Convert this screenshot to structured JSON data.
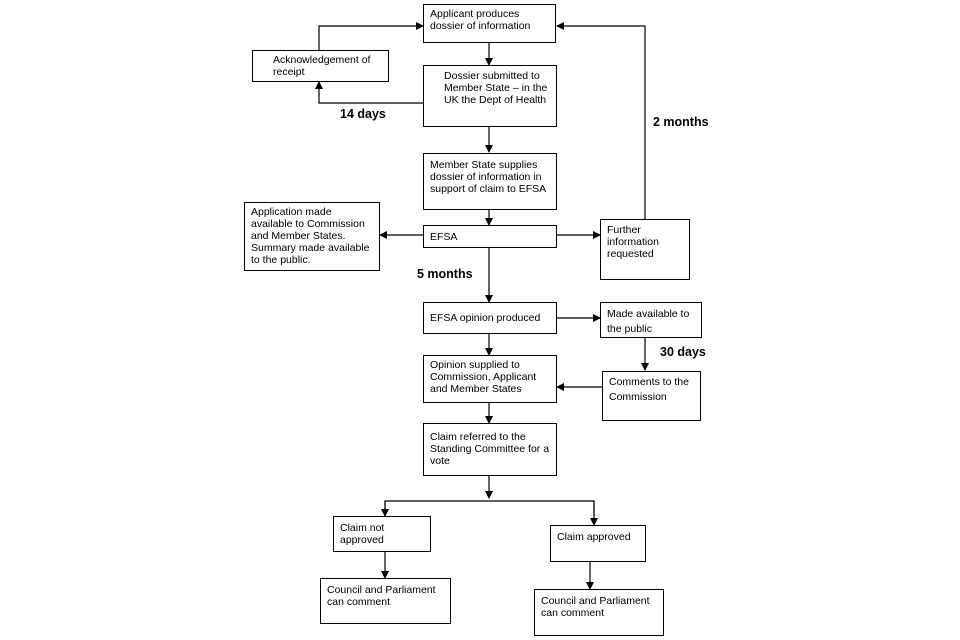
{
  "boxes": {
    "applicant": "Applicant produces\ndossier of information",
    "ack": "Acknowledgement of\nreceipt",
    "submitted": "Dossier submitted to\nMember State – in the\nUK the Dept of Health",
    "supplies": "Member State supplies\ndossier of information in\nsupport of claim to EFSA",
    "application": "Application made\navailable to Commission\nand Member States.\nSummary made available\nto the public.",
    "efsa": "EFSA",
    "further": "Further\ninformation\nrequested",
    "opinion": "EFSA opinion produced",
    "made_available": "Made available to\nthe public",
    "opinion_supplied": "Opinion supplied to\nCommission, Applicant\nand Member States",
    "comments": "Comments to the\nCommission",
    "claim_referred": "Claim referred to the\nStanding Committee for a\nvote",
    "not_approved": "Claim not\napproved",
    "approved": "Claim approved",
    "council_left": "Council and Parliament\ncan comment",
    "council_right": "Council and Parliament\ncan comment"
  },
  "labels": {
    "days14": "14 days",
    "months2": "2 months",
    "months5": "5 months",
    "days30": "30 days"
  }
}
